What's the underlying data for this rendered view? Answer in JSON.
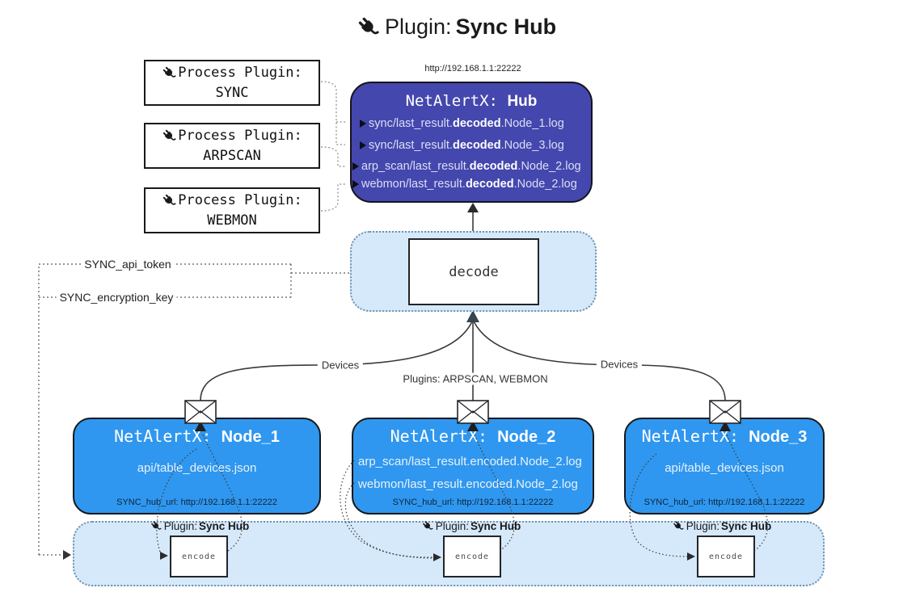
{
  "title": {
    "icon": "plug-icon",
    "prefix": "Plugin:",
    "name": "Sync Hub"
  },
  "colors": {
    "hub_fill": "#4447AD",
    "node_fill": "#2F97EF",
    "band_fill": "#D6E9FA",
    "band_border": "#7092AE",
    "arrow_dark": "#36454F"
  },
  "process_plugins": [
    {
      "label": "Process Plugin:",
      "name": "SYNC"
    },
    {
      "label": "Process Plugin:",
      "name": "ARPSCAN"
    },
    {
      "label": "Process Plugin:",
      "name": "WEBMON"
    }
  ],
  "hub": {
    "url": "http://192.168.1.1:22222",
    "title_prefix": "NetAlertX: ",
    "title_name": "Hub",
    "lines": [
      {
        "pre": "sync/last_result.",
        "bold": "decoded",
        "post": ".Node_1.log"
      },
      {
        "pre": "sync/last_result.",
        "bold": "decoded",
        "post": ".Node_3.log"
      },
      {
        "pre": "arp_scan/last_result.",
        "bold": "decoded",
        "post": ".Node_2.log"
      },
      {
        "pre": "webmon/last_result.",
        "bold": "decoded",
        "post": ".Node_2.log"
      }
    ]
  },
  "decode": {
    "label": "decode"
  },
  "tokens": {
    "api_token": "SYNC_api_token",
    "encryption_key": "SYNC_encryption_key"
  },
  "edges": {
    "devices_left": "Devices",
    "devices_right": "Devices",
    "plugins_mid": "Plugins: ARPSCAN, WEBMON"
  },
  "nodes": [
    {
      "title_prefix": "NetAlertX: ",
      "title_name": "Node_1",
      "lines": [
        "api/table_devices.json"
      ],
      "footer": "SYNC_hub_url: http://192.168.1.1:22222"
    },
    {
      "title_prefix": "NetAlertX: ",
      "title_name": "Node_2",
      "lines": [
        "arp_scan/last_result.encoded.Node_2.log",
        "webmon/last_result.encoded.Node_2.log"
      ],
      "footer": "SYNC_hub_url: http://192.168.1.1:22222"
    },
    {
      "title_prefix": "NetAlertX: ",
      "title_name": "Node_3",
      "lines": [
        "api/table_devices.json"
      ],
      "footer": "SYNC_hub_url: http://192.168.1.1:22222"
    }
  ],
  "encoders": [
    {
      "plugin_prefix": "Plugin: ",
      "plugin_name": "Sync Hub",
      "box_label": "encode"
    },
    {
      "plugin_prefix": "Plugin: ",
      "plugin_name": "Sync Hub",
      "box_label": "encode"
    },
    {
      "plugin_prefix": "Plugin: ",
      "plugin_name": "Sync Hub",
      "box_label": "encode"
    }
  ]
}
